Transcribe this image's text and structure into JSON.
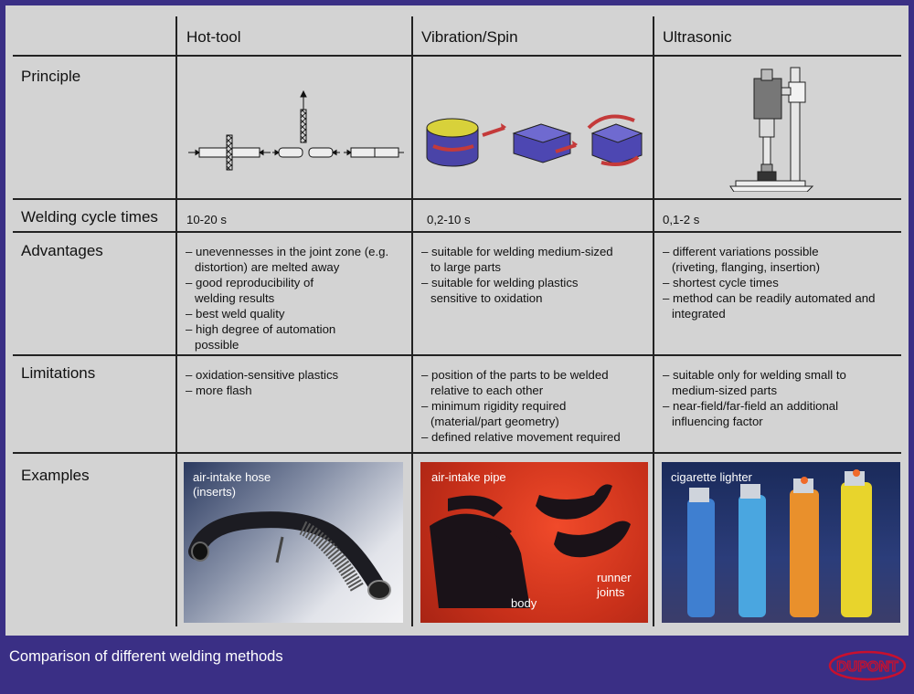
{
  "columns": [
    "Hot-tool",
    "Vibration/Spin",
    "Ultrasonic"
  ],
  "rows": {
    "principle": "Principle",
    "cycle": "Welding cycle times",
    "advantages": "Advantages",
    "limitations": "Limitations",
    "examples": "Examples"
  },
  "cycle_times": [
    "10-20 s",
    "0,2-10 s",
    "0,1-2 s"
  ],
  "advantages": [
    [
      "unevennesses in the joint zone (e.g. distortion) are melted away",
      "good reproducibility of welding results",
      "best weld quality",
      "high degree of automation possible"
    ],
    [
      "suitable for welding medium-sized to large parts",
      "suitable for welding plastics sensitive to oxidation"
    ],
    [
      "different variations possible (riveting, flanging, insertion)",
      "shortest cycle times",
      "method can be readily automated and integrated"
    ]
  ],
  "limitations": [
    [
      "oxidation-sensitive plastics",
      "more flash"
    ],
    [
      "position of the parts to be welded relative to each other",
      "minimum rigidity required (material/part geometry)",
      "defined relative movement required"
    ],
    [
      "suitable only for welding small to medium-sized parts",
      "near-field/far-field an additional influencing factor"
    ]
  ],
  "examples": {
    "hot_tool": [
      "air-intake hose",
      "(inserts)"
    ],
    "vibration": {
      "main": "air-intake pipe",
      "body": "body",
      "runner": [
        "runner",
        "joints"
      ]
    },
    "ultrasonic": "cigarette lighter"
  },
  "footer_title": "Comparison of different welding methods",
  "logo_text": "DUPONT",
  "colors": {
    "background": "#3a2f85",
    "panel": "#d3d3d3",
    "logo": "#c8102e"
  }
}
